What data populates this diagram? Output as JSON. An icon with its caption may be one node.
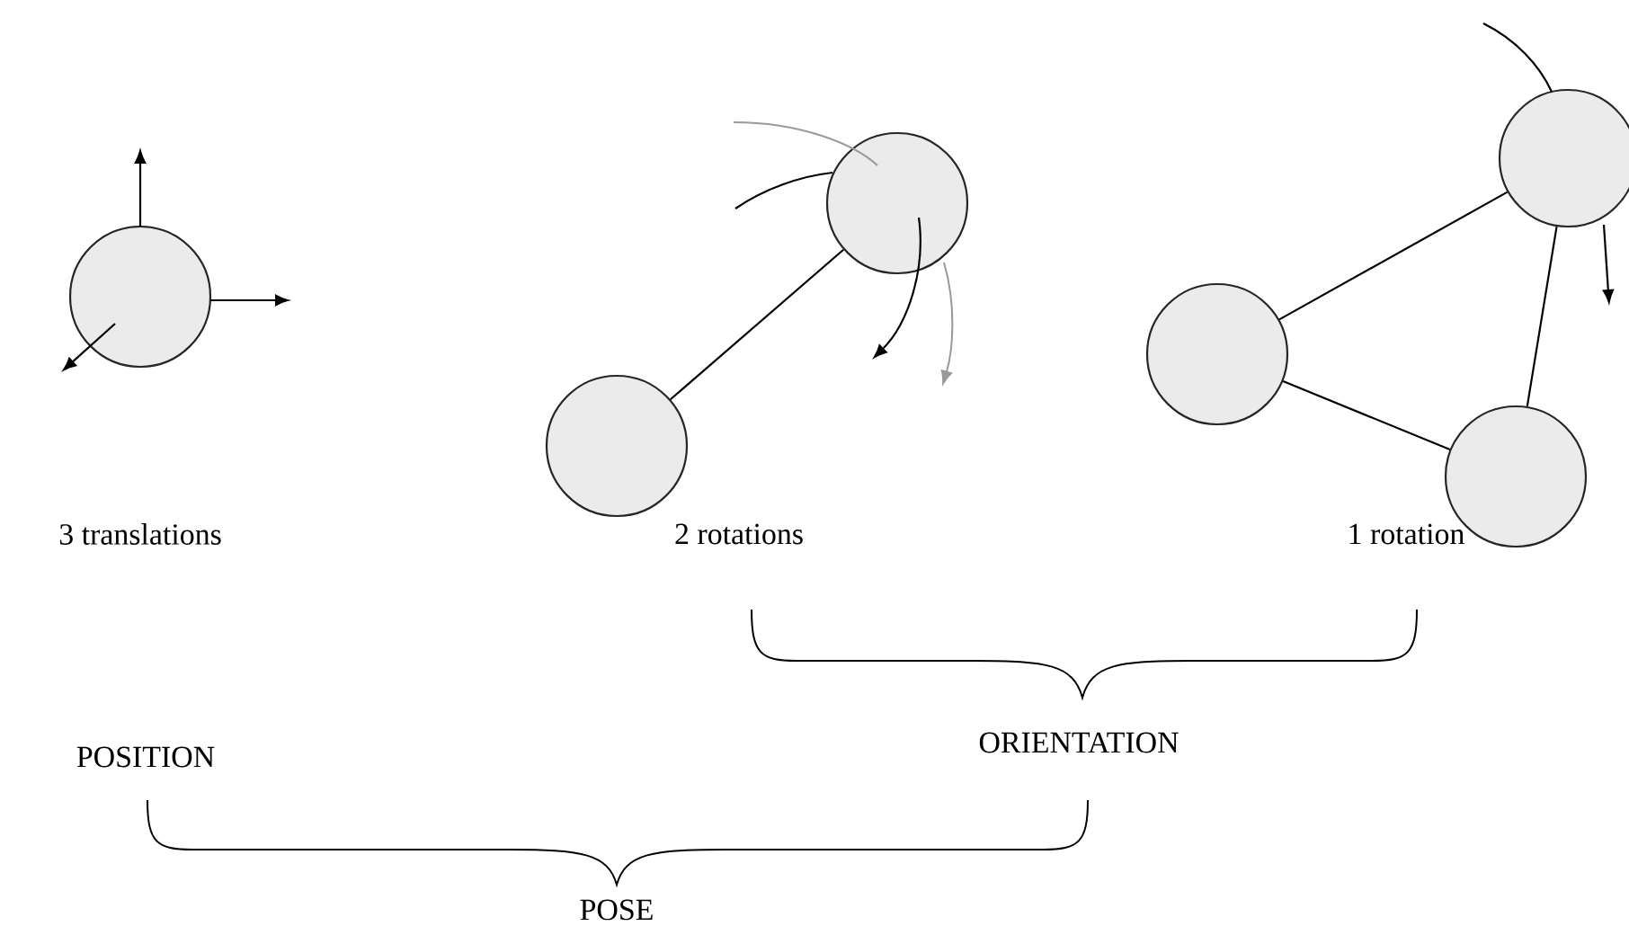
{
  "diagram": {
    "nodes": [
      {
        "text": [],
        "shape": "circle"
      },
      {
        "text": [],
        "shape": "circle"
      },
      {
        "text": [],
        "shape": "circle"
      },
      {
        "text": [],
        "shape": "circle"
      },
      {
        "text": [],
        "shape": "circle"
      },
      {
        "text": [],
        "shape": "circle"
      }
    ],
    "edges": [
      {
        "from": 1,
        "to": 2,
        "arrow": "none"
      },
      {
        "from": 3,
        "to": 5,
        "arrow": "none"
      },
      {
        "from": 3,
        "to": 4,
        "arrow": "none"
      },
      {
        "from": 5,
        "to": 4,
        "arrow": "none"
      }
    ],
    "labels": [
      "3 translations",
      "2 rotations",
      "1 rotation",
      "ORIENTATION",
      "POSITION",
      "POSE"
    ]
  }
}
